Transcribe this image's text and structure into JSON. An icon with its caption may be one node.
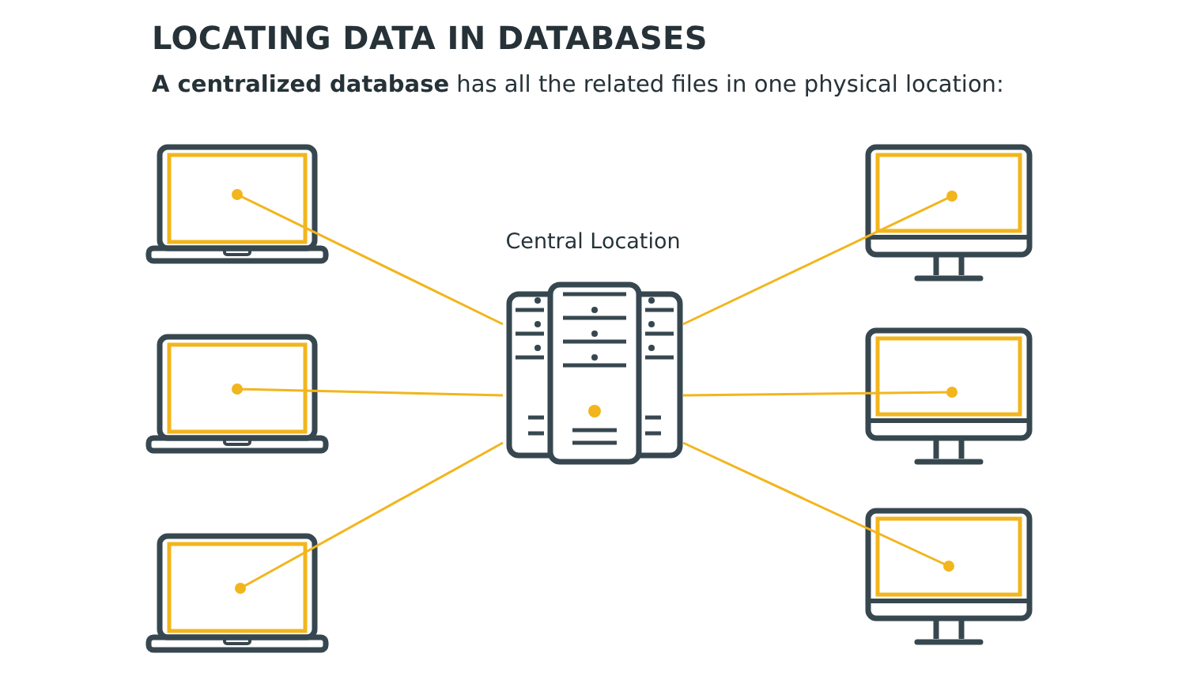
{
  "diagram": {
    "title": "LOCATING DATA IN DATABASES",
    "nodes": [
      {
        "text": [
          "Central Location"
        ]
      },
      {
        "text": [],
        "shape": "laptop"
      },
      {
        "text": [],
        "shape": "laptop"
      },
      {
        "text": [],
        "shape": "laptop"
      },
      {
        "text": [],
        "shape": "monitor"
      },
      {
        "text": [],
        "shape": "monitor"
      },
      {
        "text": [],
        "shape": "monitor"
      }
    ],
    "edges": [
      {
        "from": 1,
        "to": 0,
        "arrow": "other"
      },
      {
        "from": 2,
        "to": 0,
        "arrow": "other"
      },
      {
        "from": 3,
        "to": 0,
        "arrow": "other"
      },
      {
        "from": 4,
        "to": 0,
        "arrow": "other"
      },
      {
        "from": 5,
        "to": 0,
        "arrow": "other"
      },
      {
        "from": 6,
        "to": 0,
        "arrow": "other"
      }
    ],
    "labels": [
      "**A centralized database** has all the related files in one physical location:"
    ]
  }
}
